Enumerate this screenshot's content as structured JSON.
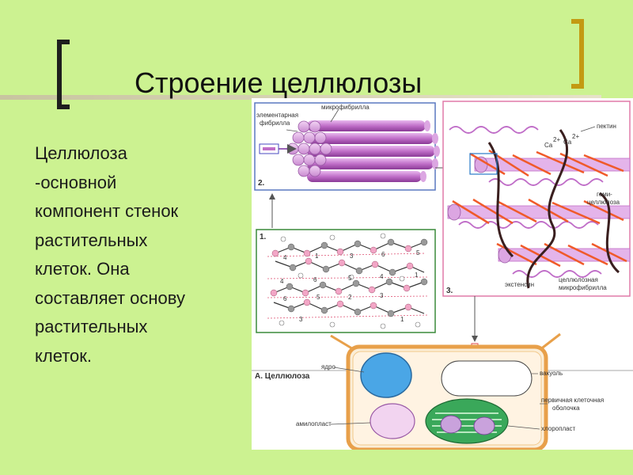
{
  "slide": {
    "title": "Строение целлюлозы",
    "body_lines": [
      "Целлюлоза",
      "-основной",
      "компонент стенок",
      "растительных",
      "клеток. Она",
      "составляет основу",
      "растительных",
      "клеток."
    ]
  },
  "figure": {
    "panel2": {
      "number": "2.",
      "label_microfibril": "микрофибрилла",
      "label_elem_1": "элементарная",
      "label_elem_2": "фибрилла"
    },
    "panel1": {
      "number": "1.",
      "atoms": [
        "4",
        "1",
        "3",
        "6",
        "5",
        "4",
        "6",
        "5",
        "4",
        "1",
        "6",
        "5",
        "2",
        "3",
        "3",
        "1"
      ]
    },
    "panel3": {
      "number": "3.",
      "label_pectin": "пектин",
      "label_ca1": "Ca",
      "label_ca2": "Ca",
      "label_charge1": "2+",
      "label_charge2": "2+",
      "label_hemi_1": "геми-",
      "label_hemi_2": "целлюлоза",
      "label_extensin": "экстенсин",
      "label_cellfib_1": "целлюлозная",
      "label_cellfib_2": "микрофибрилла"
    },
    "panelA": {
      "title": "А. Целлюлоза",
      "label_nucleus": "ядро",
      "label_vacuole": "вакуоль",
      "label_wall_1": "первичная клеточная",
      "label_wall_2": "оболочка",
      "label_amyloplast": "амилопласт",
      "label_chloroplast": "хлоропласт"
    }
  },
  "colors": {
    "background": "#ccf291",
    "bracket_left": "#1e1e1e",
    "bracket_right": "#c39a12",
    "fibril_purple": "#c06ec8",
    "panel_blue_border": "#5a78c0",
    "panel_green_border": "#3a8a3a",
    "panel_pink_border": "#e07aa8",
    "cell_wall_orange": "#e8a04a",
    "nucleus_blue": "#4aa6e6"
  }
}
